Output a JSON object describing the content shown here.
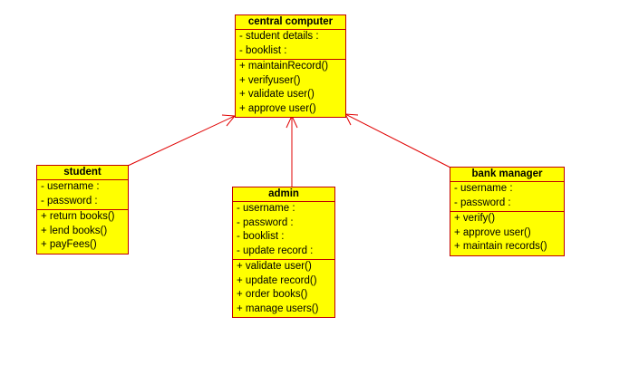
{
  "diagram": {
    "classes": {
      "central": {
        "name": "central computer",
        "attributes": [
          "- student details :",
          "- booklist :"
        ],
        "operations": [
          "+ maintainRecord()",
          "+ verifyuser()",
          "+ validate user()",
          "+ approve user()"
        ]
      },
      "student": {
        "name": "student",
        "attributes": [
          "- username :",
          "- password :"
        ],
        "operations": [
          "+ return books()",
          "+ lend books()",
          "+ payFees()"
        ]
      },
      "admin": {
        "name": "admin",
        "attributes": [
          "- username :",
          "- password :",
          "- booklist :",
          "- update record :"
        ],
        "operations": [
          "+ validate user()",
          "+ update record()",
          "+ order books()",
          "+ manage users()"
        ]
      },
      "bank_manager": {
        "name": "bank manager",
        "attributes": [
          "- username :",
          "- password :"
        ],
        "operations": [
          "+ verify()",
          "+ approve user()",
          "+ maintain records()"
        ]
      }
    },
    "colors": {
      "fill": "#ffff00",
      "border": "#c00000",
      "link": "#e00000"
    }
  }
}
